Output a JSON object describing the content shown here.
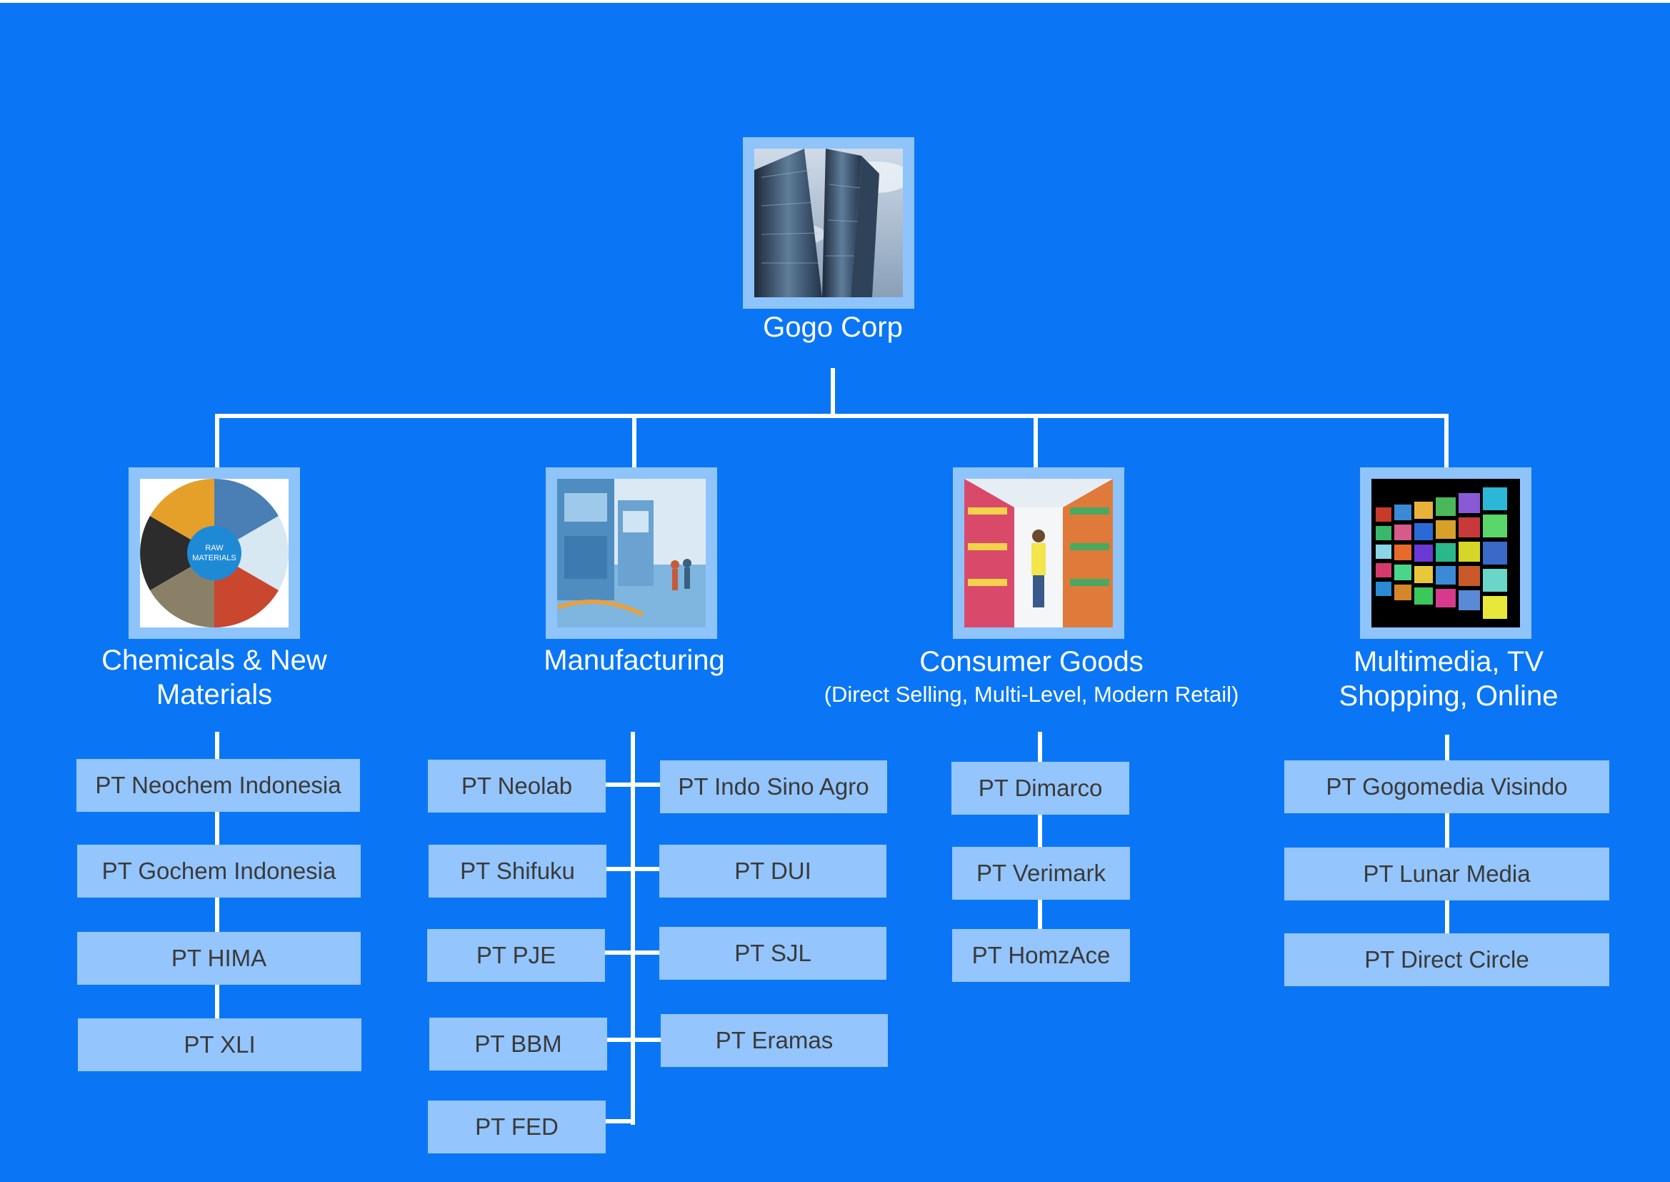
{
  "root": {
    "label": "Gogo Corp"
  },
  "divisions": [
    {
      "label_line1": "Chemicals & New",
      "label_line2": "Materials",
      "image_badge": "RAW MATERIALS",
      "companies": [
        "PT Neochem Indonesia",
        "PT Gochem Indonesia",
        "PT HIMA",
        "PT XLI"
      ]
    },
    {
      "label_line1": "Manufacturing",
      "companies_left": [
        "PT Neolab",
        "PT Shifuku",
        "PT PJE",
        "PT BBM",
        "PT FED"
      ],
      "companies_right": [
        "PT Indo Sino Agro",
        "PT DUI",
        "PT SJL",
        "PT Eramas"
      ]
    },
    {
      "label_line1": "Consumer Goods",
      "sublabel": "(Direct Selling, Multi-Level, Modern Retail)",
      "companies": [
        "PT Dimarco",
        "PT Verimark",
        "PT HomzAce"
      ]
    },
    {
      "label_line1": "Multimedia, TV",
      "label_line2": "Shopping, Online",
      "companies": [
        "PT Gogomedia Visindo",
        "PT Lunar Media",
        "PT Direct Circle"
      ]
    }
  ],
  "colors": {
    "background": "#0a76f5",
    "frame": "#8fc4fb",
    "box": "#94c5fc",
    "box_text": "#3a3a3a",
    "line": "#ffffff"
  },
  "icons": [
    "skyscraper-photo",
    "raw-materials-photo",
    "factory-photo",
    "supermarket-photo",
    "video-wall-photo"
  ]
}
